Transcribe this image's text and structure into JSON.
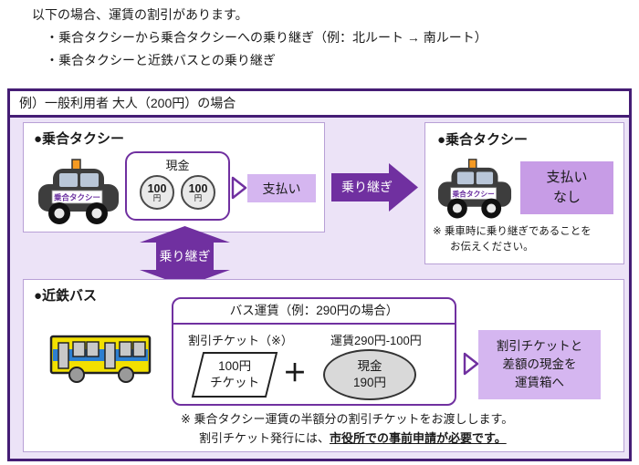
{
  "intro": {
    "line1": "以下の場合、運賃の割引があります。",
    "bullet1": "・乗合タクシーから乗合タクシーへの乗り継ぎ（例：北ルート → 南ルート）",
    "bullet2": "・乗合タクシーと近鉄バスとの乗り継ぎ"
  },
  "example_frame": {
    "header": "例）一般利用者 大人（200円）の場合",
    "taxi_left": {
      "title": "●乗合タクシー",
      "vehicle_label": "乗合タクシー",
      "cash_box": {
        "label": "現金",
        "coins": [
          "100",
          "100"
        ],
        "coin_unit": "円"
      },
      "payment_label": "支払い"
    },
    "transfer_arrow_right": "乗り継ぎ",
    "transfer_arrow_vertical": "乗り継ぎ",
    "taxi_right": {
      "title": "●乗合タクシー",
      "vehicle_label": "乗合タクシー",
      "payment_line1": "支払い",
      "payment_line2": "なし",
      "note_line1": "※ 乗車時に乗り継ぎであることを",
      "note_line2": "お伝えください。"
    },
    "bus": {
      "title": "●近鉄バス",
      "fare_box": {
        "header": "バス運賃（例：290円の場合）",
        "ticket_label": "割引チケット（※）",
        "ticket_line1": "100円",
        "ticket_line2": "チケット",
        "plus": "＋",
        "fare_label": "運賃290円-100円",
        "cash_line1": "現金",
        "cash_line2": "190円"
      },
      "result_line1": "割引チケットと",
      "result_line2": "差額の現金を",
      "result_line3": "運賃箱へ",
      "note1": "※ 乗合タクシー運賃の半額分の割引チケットをお渡しします。",
      "note2_prefix": "割引チケット発行には、",
      "note2_emph": "市役所での事前申請が必要です。"
    }
  },
  "colors": {
    "frame_border": "#451d75",
    "arrow_purple": "#7030a0",
    "light_purple_fill": "#d5b6f0",
    "medium_purple_fill": "#c79ce6",
    "lavender_background": "#ece3f7",
    "coin_gray": "#e9e9e9",
    "cash_ellipse_gray": "#d9d9d9",
    "bus_yellow": "#f2e000",
    "bus_blue": "#2e7fd0",
    "taxi_body": "#3d3d3d",
    "taxi_roof_light": "#f59a23"
  }
}
